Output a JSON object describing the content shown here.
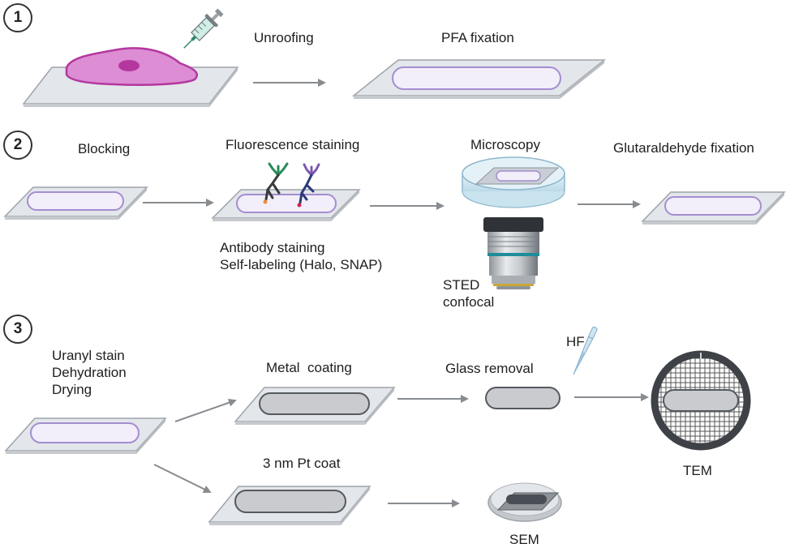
{
  "steps": {
    "one": "1",
    "two": "2",
    "three": "3"
  },
  "labels": {
    "unroofing": "Unroofing",
    "pfa_fixation": "PFA fixation",
    "blocking": "Blocking",
    "fluorescence_staining": "Fluorescence staining",
    "microscopy": "Microscopy",
    "glutaraldehyde_fixation": "Glutaraldehyde fixation",
    "antibody_staining": "Antibody staining",
    "self_labeling": "Self-labeling (Halo, SNAP)",
    "sted": "STED",
    "confocal": "confocal",
    "uranyl_stain": "Uranyl stain",
    "dehydration": "Dehydration",
    "drying": "Drying",
    "metal_coating": "Metal  coating",
    "glass_removal": "Glass removal",
    "hf": "HF",
    "pt_coat": "3 nm Pt coat",
    "tem": "TEM",
    "sem": "SEM"
  },
  "colors": {
    "slide_fill": "#e3e6ea",
    "slide_edge": "#9ea3aa",
    "membrane_fill": "#f2eefa",
    "membrane_edge": "#a38ed0",
    "cell_fill": "#dd8dd3",
    "cell_edge": "#b3379f",
    "coating_fill": "#c9cbce",
    "coating_edge": "#555a60",
    "arrow": "#888c90",
    "grid": "#555555"
  },
  "icons": [
    "syringe-icon",
    "antibody-icon",
    "petri-dish-icon",
    "objective-lens-icon",
    "pipette-icon",
    "tem-grid-icon",
    "sem-stub-icon"
  ]
}
